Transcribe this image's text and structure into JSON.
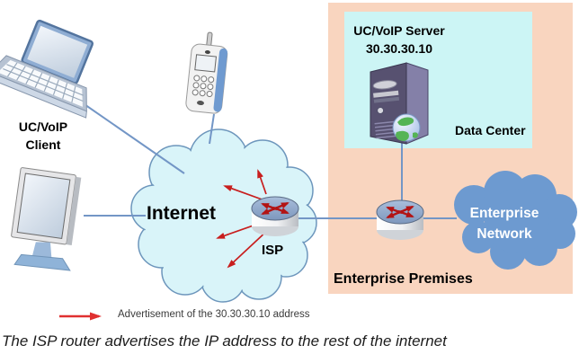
{
  "regions": {
    "enterprise_premises": {
      "label": "Enterprise Premises"
    },
    "data_center": {
      "label": "Data Center"
    }
  },
  "nodes": {
    "client": {
      "label_line1": "UC/VoIP",
      "label_line2": "Client"
    },
    "server": {
      "name": "UC/VoIP Server",
      "ip": "30.30.30.10"
    },
    "internet_cloud": {
      "label": "Internet"
    },
    "isp_router": {
      "label": "ISP"
    },
    "enterprise_network_cloud": {
      "label_line1": "Enterprise",
      "label_line2": "Network"
    }
  },
  "legend": {
    "marker": "red-arrow-icon",
    "text": "Advertisement of the 30.30.30.10 address"
  },
  "caption": "The ISP router advertises the IP address to the rest of the internet",
  "icons": {
    "client_devices": [
      "laptop-icon",
      "mobile-phone-icon",
      "desktop-monitor-icon"
    ],
    "server_device": "server-tower-icon",
    "server_badge": "globe-icon",
    "routers": [
      "router-icon",
      "router-icon"
    ],
    "clouds": [
      "cloud-icon",
      "cloud-icon"
    ]
  },
  "colors": {
    "background": "#ffffff",
    "enterprise_premises_fill": "#f9d5bf",
    "data_center_fill": "#ccf5f5",
    "internet_cloud_fill": "#d9f4f9",
    "internet_cloud_border": "#6d96bc",
    "enterprise_cloud_fill": "#6d9ad0",
    "connection_line": "#7396c6",
    "advertisement_arrow": "#cc1f1f",
    "server_front": "#575170",
    "server_side": "#8480a8",
    "router_top": "#8ba6c9",
    "text": "#000000"
  }
}
